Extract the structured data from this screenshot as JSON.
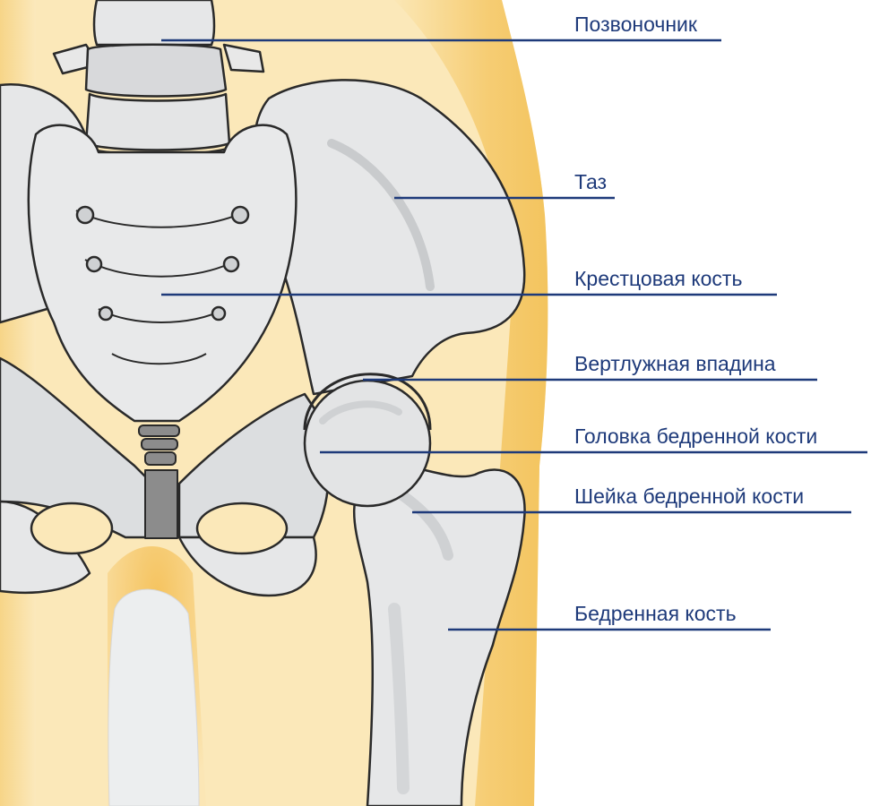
{
  "labels": [
    {
      "id": "spine",
      "text": "Позвоночник"
    },
    {
      "id": "pelvis",
      "text": "Таз"
    },
    {
      "id": "sacrum",
      "text": "Крестцовая кость"
    },
    {
      "id": "acetabulum",
      "text": "Вертлужная впадина"
    },
    {
      "id": "femoral-head",
      "text": "Головка бедренной кости"
    },
    {
      "id": "femoral-neck",
      "text": "Шейка бедренной кости"
    },
    {
      "id": "femur",
      "text": "Бедренная кость"
    }
  ],
  "colors": {
    "label_text": "#1e3a7a",
    "leader_line": "#1e3a7a",
    "bone_fill": "#e4e5e6",
    "bone_shade": "#cfd1d3",
    "bone_outline": "#2a2a2a",
    "skin_glow": "#f4c25a",
    "skin_light": "#fbe6b2",
    "cartilage": "#8c8c8c"
  }
}
